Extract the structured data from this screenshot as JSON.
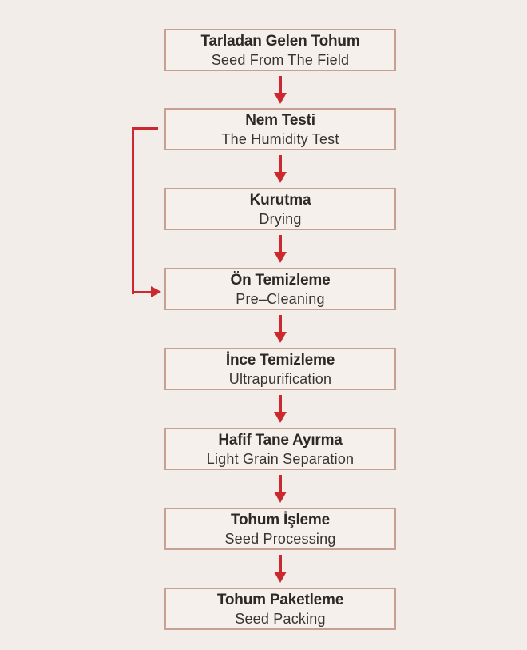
{
  "theme": {
    "page_bg": "#f2ede9",
    "box_bg": "#f5f0ec",
    "box_border": "#c6a191",
    "arrow": "#cc2830",
    "title": "#2d2926",
    "subtitle": "#393430"
  },
  "flowchart": {
    "steps": [
      {
        "title": "Tarladan Gelen Tohum",
        "subtitle": "Seed From The Field"
      },
      {
        "title": "Nem Testi",
        "subtitle": "The Humidity Test"
      },
      {
        "title": "Kurutma",
        "subtitle": "Drying"
      },
      {
        "title": "Ön Temizleme",
        "subtitle": "Pre–Cleaning"
      },
      {
        "title": "İnce Temizleme",
        "subtitle": "Ultrapurification"
      },
      {
        "title": "Hafif Tane Ayırma",
        "subtitle": "Light Grain Separation"
      },
      {
        "title": "Tohum İşleme",
        "subtitle": "Seed Processing"
      },
      {
        "title": "Tohum Paketleme",
        "subtitle": "Seed Packing"
      }
    ],
    "arrows": {
      "down_arrow_count": 7,
      "bypass_arrow": {
        "from": "Nem Testi",
        "to": "Ön Temizleme"
      }
    }
  }
}
